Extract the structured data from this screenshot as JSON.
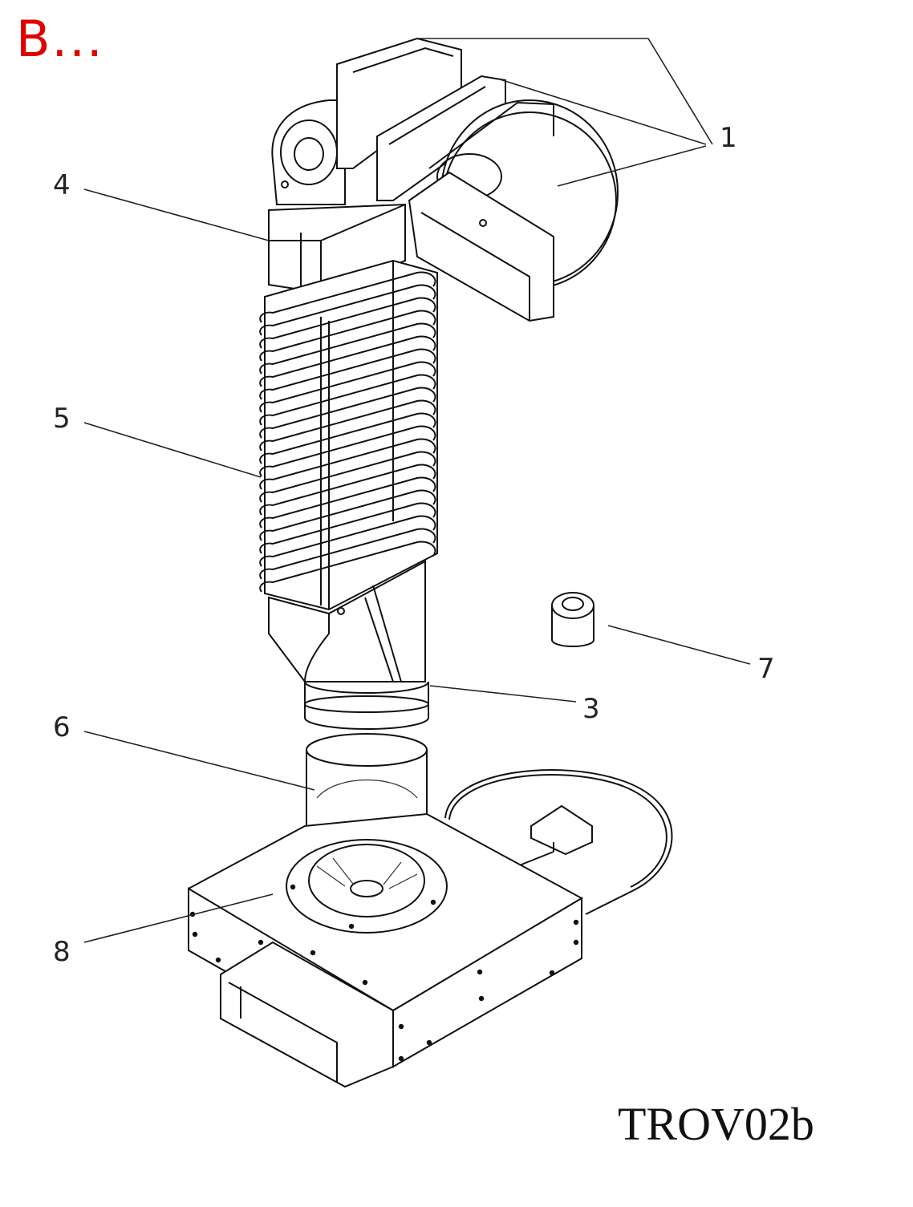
{
  "corner_label": {
    "text": "B...",
    "color": "#e00000"
  },
  "drawing_code": "TROV02b",
  "callouts": [
    {
      "id": "1",
      "text": "1"
    },
    {
      "id": "3",
      "text": "3"
    },
    {
      "id": "4",
      "text": "4"
    },
    {
      "id": "5",
      "text": "5"
    },
    {
      "id": "6",
      "text": "6"
    },
    {
      "id": "7",
      "text": "7"
    },
    {
      "id": "8",
      "text": "8"
    }
  ]
}
